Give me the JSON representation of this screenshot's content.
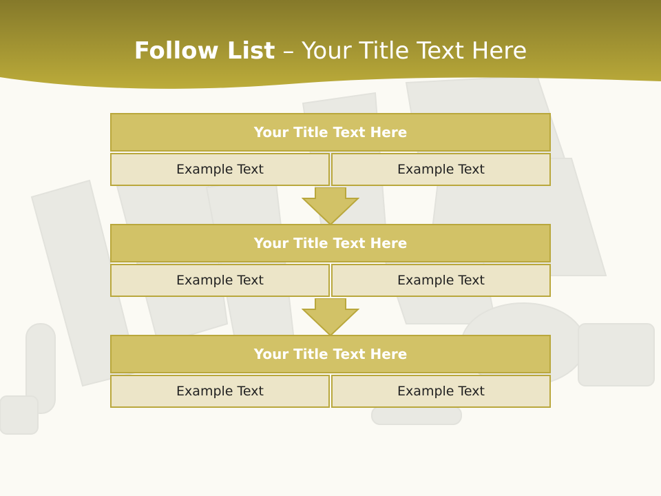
{
  "slide": {
    "title_bold": "Follow List",
    "title_rest": "– Your Title Text Here"
  },
  "blocks": [
    {
      "title": "Your Title Text Here",
      "left": "Example Text",
      "right": "Example Text"
    },
    {
      "title": "Your Title Text Here",
      "left": "Example Text",
      "right": "Example Text"
    },
    {
      "title": "Your Title Text Here",
      "left": "Example Text",
      "right": "Example Text"
    }
  ],
  "colors": {
    "header_band": "#a69a2c",
    "block_title": "#d2c267",
    "block_cell": "#ece5c8",
    "border": "#b9a73c"
  }
}
